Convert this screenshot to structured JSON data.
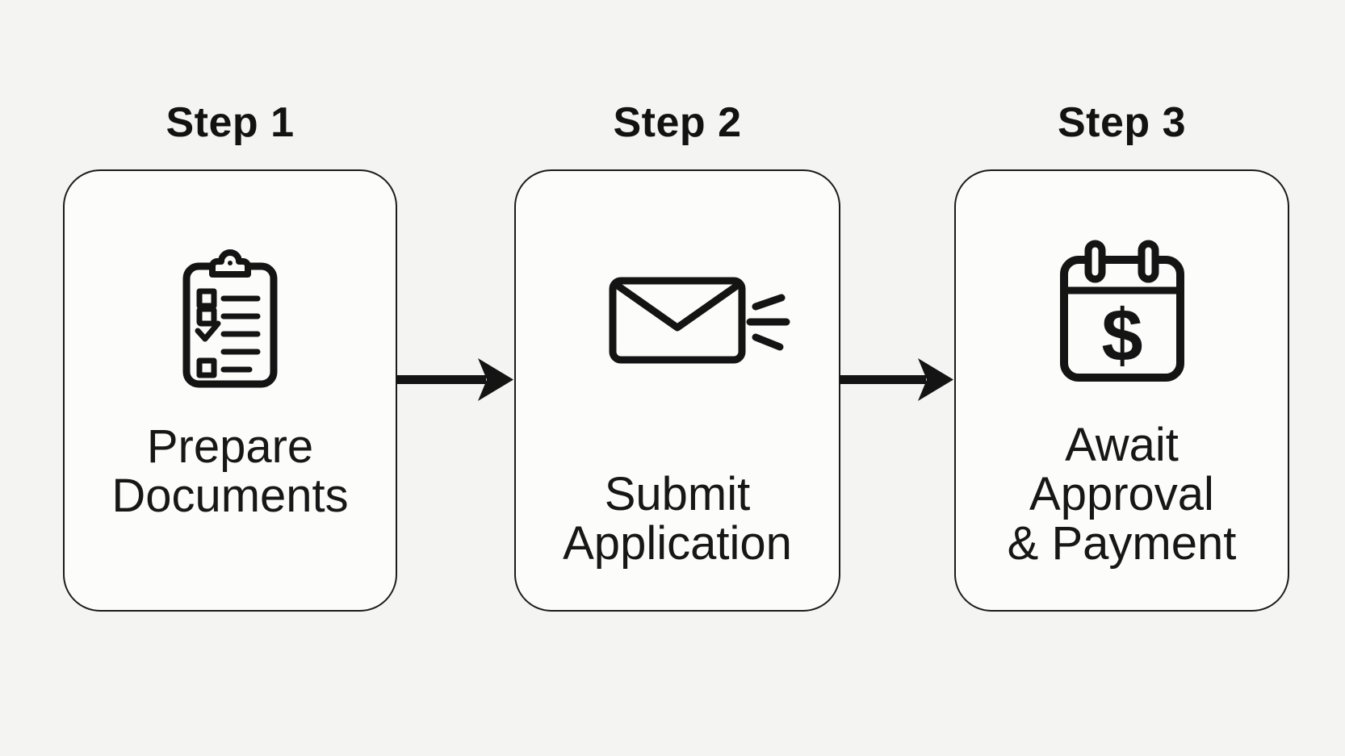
{
  "diagram": {
    "title": "Three step application process",
    "background_color": "#f4f4f2",
    "box_fill_color": "#fcfcfb",
    "ink_color": "#141414"
  },
  "steps": [
    {
      "label": "Step 1",
      "title_lines": [
        "Prepare",
        "Documents"
      ],
      "icon": "clipboard-checklist-icon"
    },
    {
      "label": "Step 2",
      "title_lines": [
        "Submit",
        "Application"
      ],
      "icon": "envelope-send-icon"
    },
    {
      "label": "Step 3",
      "title_lines": [
        "Await",
        "Approval",
        "& Payment"
      ],
      "icon": "calendar-dollar-icon",
      "icon_symbol": "$"
    }
  ],
  "connectors": [
    {
      "type": "arrow-right",
      "from": "Step 1",
      "to": "Step 2"
    },
    {
      "type": "arrow-right",
      "from": "Step 2",
      "to": "Step 3"
    }
  ]
}
